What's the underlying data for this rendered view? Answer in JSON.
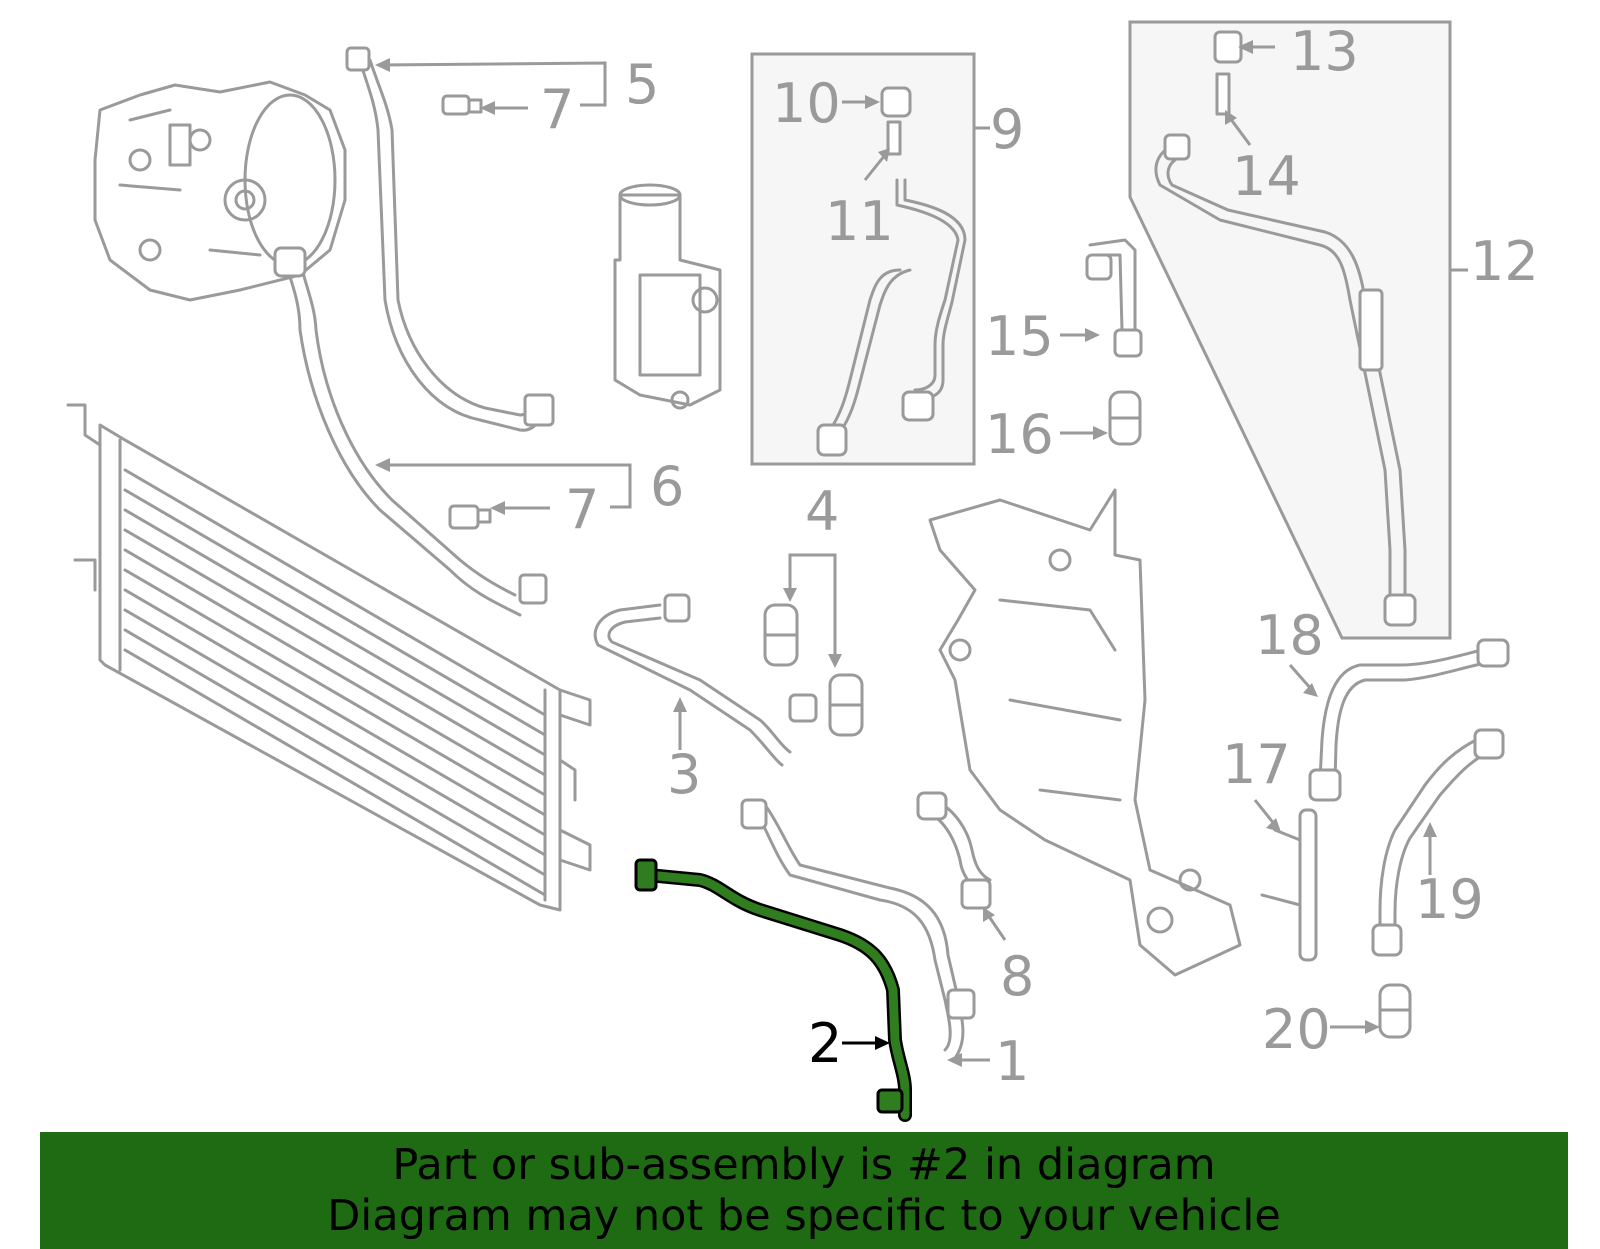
{
  "callouts": {
    "c1": "1",
    "c2": "2",
    "c3": "3",
    "c4": "4",
    "c5": "5",
    "c6": "6",
    "c7a": "7",
    "c7b": "7",
    "c8": "8",
    "c9": "9",
    "c10": "10",
    "c11": "11",
    "c12": "12",
    "c13": "13",
    "c14": "14",
    "c15": "15",
    "c16": "16",
    "c17": "17",
    "c18": "18",
    "c19": "19",
    "c20": "20"
  },
  "highlight_color": "#2f7d1f",
  "banner": {
    "line1": "Part or sub-assembly is #2 in diagram",
    "line2": "Diagram may not be specific to your vehicle",
    "background": "#1f6b14"
  }
}
